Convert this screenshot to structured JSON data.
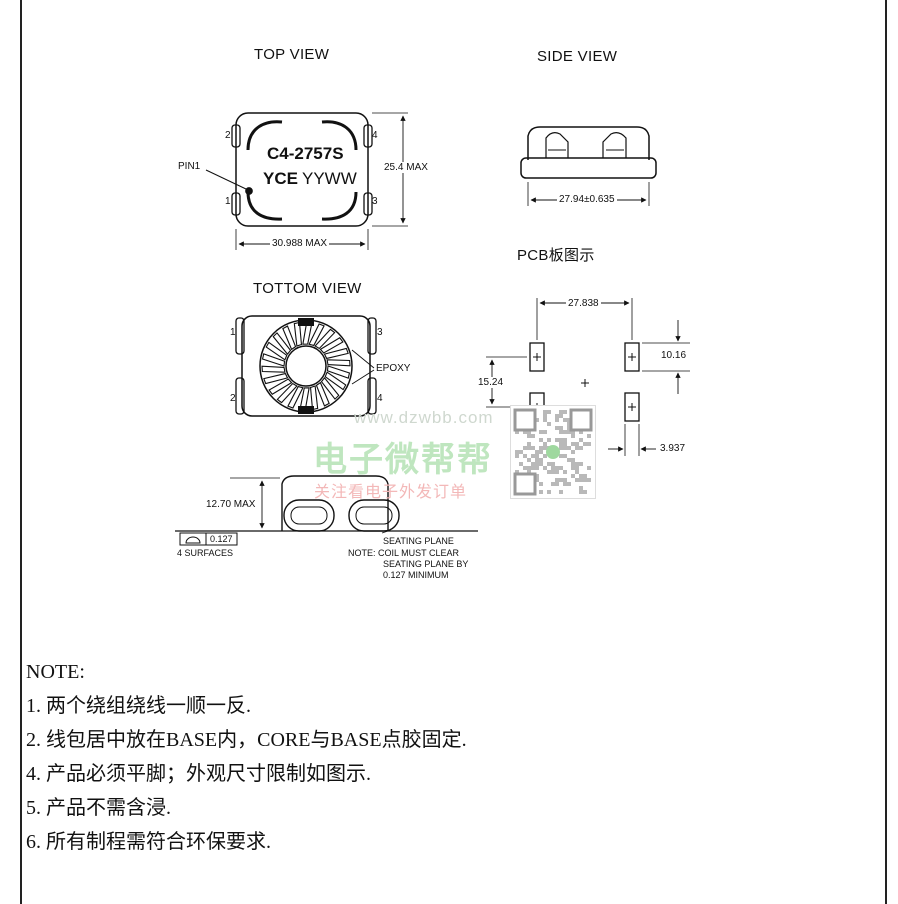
{
  "views": {
    "top_title": "TOP VIEW",
    "side_title": "SIDE  VIEW",
    "bottom_title": "TOTTOM  VIEW",
    "pcb_title": "PCB板图示"
  },
  "top_view": {
    "part_number": "C4-2757S",
    "brand": "YCE",
    "date_code": "YYWW",
    "pin1_label": "PIN1",
    "pins": [
      "1",
      "2",
      "3",
      "4"
    ],
    "height_dim": "25.4 MAX",
    "width_dim": "30.988 MAX"
  },
  "side_view": {
    "width_dim": "27.94±0.635"
  },
  "bottom_view": {
    "pins": [
      "1",
      "2",
      "3",
      "4"
    ],
    "epoxy_label": "EPOXY"
  },
  "pcb": {
    "pitch_x": "27.838",
    "pad_length": "10.16",
    "pitch_y": "15.24",
    "pad_width": "3.937"
  },
  "profile": {
    "height_dim": "12.70 MAX",
    "flatness_value": "0.127",
    "surfaces": "4  SURFACES",
    "seating_plane": "SEATING  PLANE",
    "note_line1": "NOTE:  COIL  MUST  CLEAR",
    "note_line2": "SEATING  PLANE  BY",
    "note_line3": "0.127  MINIMUM"
  },
  "watermark": {
    "url": "www.dzwbb.com",
    "name": "电子微帮帮",
    "slogan": "关注看电子外发订单"
  },
  "notes": [
    "NOTE:",
    "1. 两个绕组绕线一顺一反.",
    "2. 线包居中放在BASE内，CORE与BASE点胶固定.",
    "4. 产品必须平脚；外观尺寸限制如图示.",
    "5. 产品不需含浸.",
    "6. 所有制程需符合环保要求."
  ]
}
